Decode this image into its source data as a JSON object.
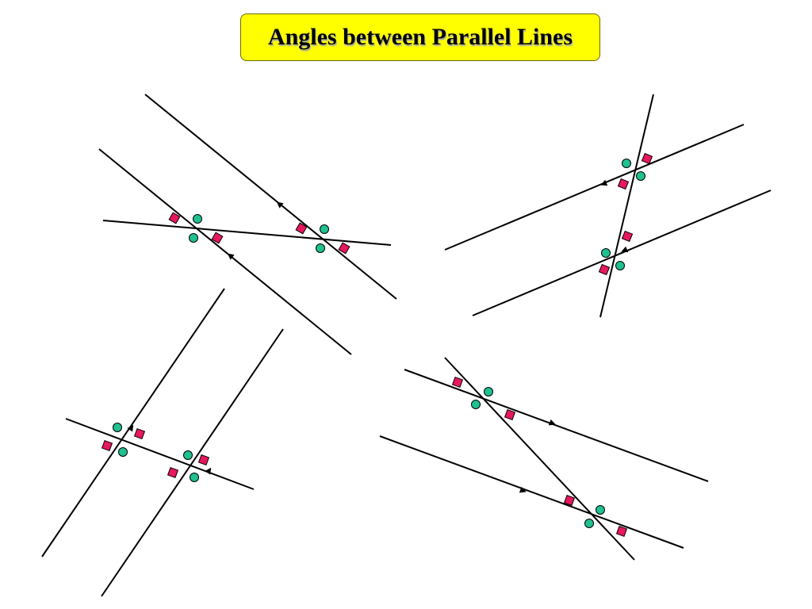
{
  "slide": {
    "title": "Angles between Parallel Lines"
  },
  "colors": {
    "background": "#ffffff",
    "title_fill": "#ffff00",
    "line": "#000000",
    "circle_marker": "#20c090",
    "square_marker": "#e6185f"
  },
  "icons": {
    "equal_angle_a": "green-circle",
    "equal_angle_b": "pink-diamond",
    "parallel_mark": "arrowhead"
  }
}
